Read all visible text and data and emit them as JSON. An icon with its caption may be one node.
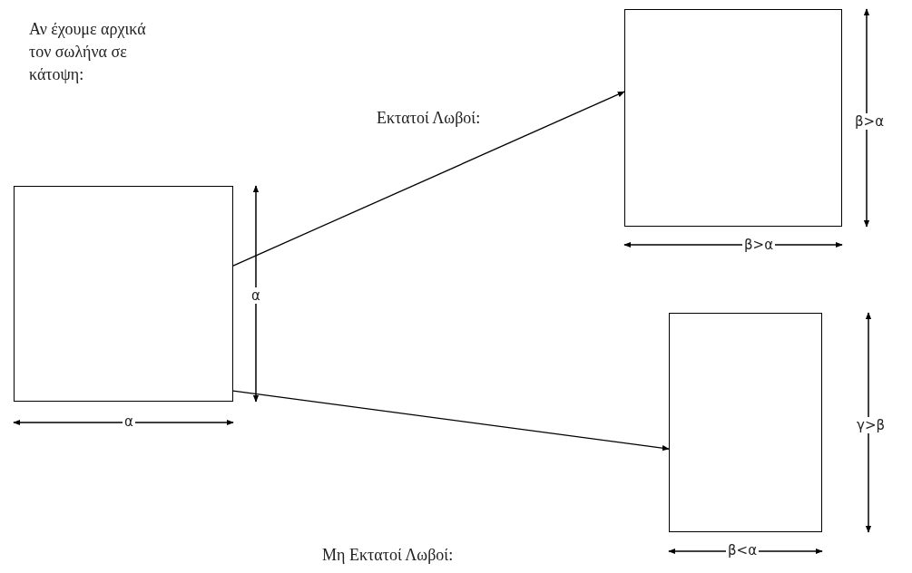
{
  "diagram": {
    "nodes": [
      {
        "text": [],
        "shape": "box"
      },
      {
        "text": [],
        "shape": "box"
      },
      {
        "text": [],
        "shape": "box"
      }
    ],
    "edges": [
      {
        "from": 0,
        "to": 1,
        "arrow": "to"
      },
      {
        "from": 0,
        "to": 2,
        "arrow": "to"
      }
    ],
    "labels": [
      "Αν έχουμε αρχικά τον σωλήνα σε κάτοψη:",
      "Εκτατοί Λωβοί:",
      "β>α",
      "β>α",
      "α",
      "α",
      "γ>β",
      "Μη Εκτατοί Λωβοί:",
      "β<α"
    ]
  }
}
